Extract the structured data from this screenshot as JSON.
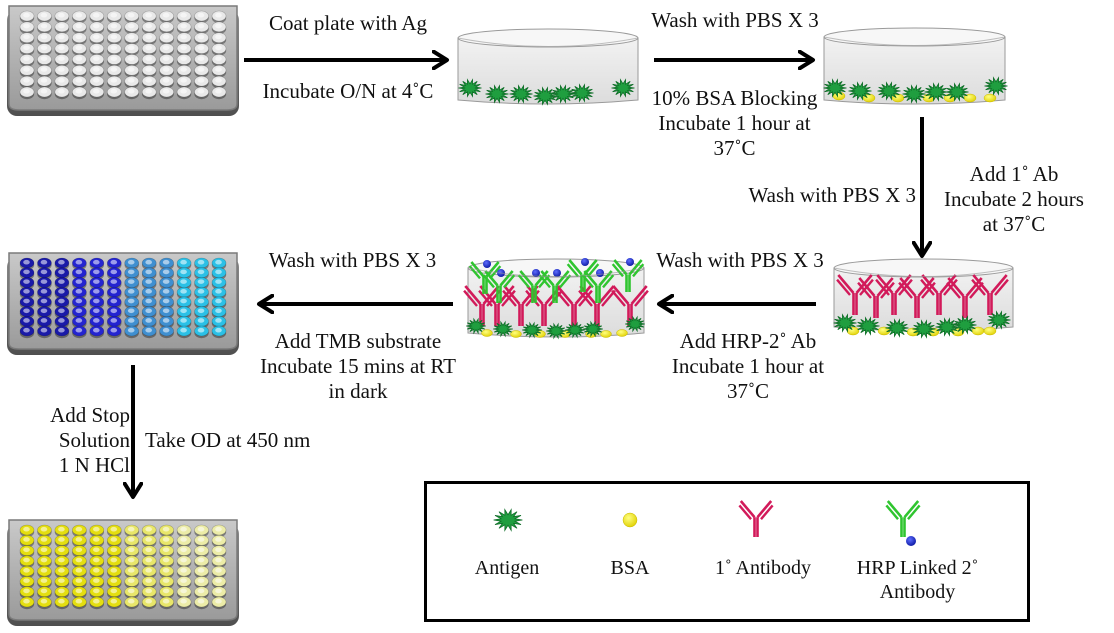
{
  "diagram": {
    "title": "ELISA workflow",
    "colors": {
      "antigen": "#1f9e3f",
      "antigen_dark": "#0f6e28",
      "bsa": "#f2e600",
      "primary_antibody": "#d21a5a",
      "secondary_antibody": "#2fc52f",
      "hrp": "#1326c8",
      "arrow": "#000000",
      "dish_fill": "#e6e6e6",
      "dish_stroke": "#9a9a9a",
      "plate_body": "#a8a8a8",
      "plate_rim": "#6e6e6e",
      "well_empty": "#e9e9e9",
      "well_blue_cols": [
        "#1a1aa8",
        "#1a1aa8",
        "#1a1aa8",
        "#2424d0",
        "#2424d0",
        "#2424d0",
        "#3f8fd0",
        "#3f8fd0",
        "#3f8fd0",
        "#2bc0e6",
        "#2bc0e6",
        "#2bc0e6"
      ],
      "well_yellow_cols": [
        "#e4de10",
        "#e4de10",
        "#e4de10",
        "#e4de10",
        "#e4de10",
        "#e4de10",
        "#e8e66a",
        "#e8e66a",
        "#e8e66a",
        "#ececa8",
        "#ececa8",
        "#ececa8"
      ]
    },
    "plates": [
      {
        "id": "plate-empty",
        "state": "uncoated",
        "rows": 8,
        "cols": 12
      },
      {
        "id": "plate-blue",
        "state": "TMB developed (blue)",
        "rows": 8,
        "cols": 12
      },
      {
        "id": "plate-yellow",
        "state": "stopped (yellow)",
        "rows": 8,
        "cols": 12
      }
    ],
    "dishes": [
      {
        "id": "dish-antigen",
        "layers": [
          "antigen"
        ]
      },
      {
        "id": "dish-blocked",
        "layers": [
          "antigen",
          "bsa"
        ]
      },
      {
        "id": "dish-primary",
        "layers": [
          "antigen",
          "bsa",
          "primary_antibody"
        ]
      },
      {
        "id": "dish-secondary",
        "layers": [
          "antigen",
          "bsa",
          "primary_antibody",
          "hrp_secondary_antibody"
        ]
      }
    ],
    "steps": [
      {
        "id": "step-1",
        "above": [
          "Coat plate with Ag"
        ],
        "below": [
          "Incubate O/N at 4˚C"
        ]
      },
      {
        "id": "step-2",
        "above": [
          "Wash with PBS X 3"
        ],
        "below": [
          "10% BSA Blocking",
          "Incubate 1 hour at",
          "37˚C"
        ]
      },
      {
        "id": "step-3",
        "left": [
          "Wash with PBS X 3"
        ],
        "right": [
          "Add 1˚ Ab",
          "Incubate 2 hours",
          "at 37˚C"
        ]
      },
      {
        "id": "step-4",
        "above": [
          "Wash with PBS X 3"
        ],
        "below": [
          "Add HRP-2˚ Ab",
          "Incubate 1 hour at",
          "37˚C"
        ]
      },
      {
        "id": "step-5",
        "above": [
          "Wash with PBS X 3"
        ],
        "below": [
          "Add TMB substrate",
          "Incubate 15 mins at RT",
          "in dark"
        ]
      },
      {
        "id": "step-6",
        "left": [
          "Add Stop",
          "Solution",
          "1 N HCl"
        ],
        "right": [
          "Take OD at 450 nm"
        ]
      }
    ],
    "legend": {
      "items": [
        {
          "icon": "antigen-icon",
          "label": [
            "Antigen"
          ]
        },
        {
          "icon": "bsa-icon",
          "label": [
            "BSA"
          ]
        },
        {
          "icon": "primary-antibody-icon",
          "label": [
            "1˚ Antibody"
          ]
        },
        {
          "icon": "hrp-secondary-antibody-icon",
          "label": [
            "HRP Linked 2˚",
            "Antibody"
          ]
        }
      ]
    }
  }
}
